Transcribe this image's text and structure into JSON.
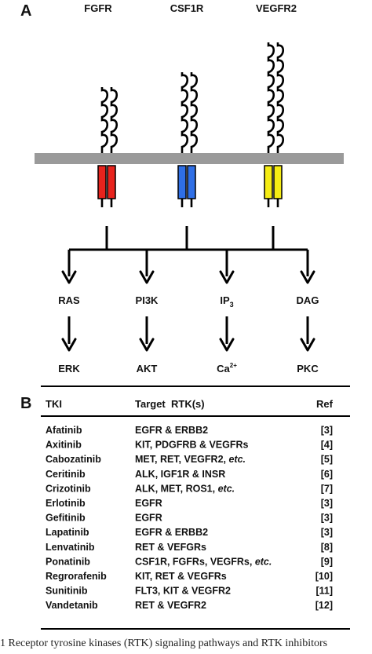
{
  "panel_a": {
    "label": "A",
    "receptors": [
      {
        "name": "FGFR",
        "color": "#e8231d",
        "loops": 4
      },
      {
        "name": "CSF1R",
        "color": "#2f6fe6",
        "loops": 5
      },
      {
        "name": "VEGFR2",
        "color": "#f5ec14",
        "loops": 7
      }
    ],
    "pathways": [
      {
        "second": "RAS",
        "third": "ERK"
      },
      {
        "second": "PI3K",
        "third": "AKT"
      },
      {
        "second": "IP",
        "second_sub": "3",
        "third": "Ca",
        "third_sup": "2+"
      },
      {
        "second": "DAG",
        "third": "PKC"
      }
    ]
  },
  "panel_b": {
    "label": "B",
    "headers": {
      "tki": "TKI",
      "target": "Target  RTK(s)",
      "ref": "Ref"
    },
    "rows": [
      {
        "tki": "Afatinib",
        "target": "EGFR & ERBB2",
        "ref": "[3]"
      },
      {
        "tki": "Axitinib",
        "target": "KIT, PDGFRB & VEGFRs",
        "ref": "[4]"
      },
      {
        "tki": "Cabozatinib",
        "target": "MET, RET, VEGFR2, ",
        "target_etc": "etc.",
        "ref": "[5]"
      },
      {
        "tki": "Ceritinib",
        "target": "ALK, IGF1R & INSR",
        "ref": "[6]"
      },
      {
        "tki": "Crizotinib",
        "target": "ALK, MET, ROS1, ",
        "target_etc": "etc.",
        "ref": "[7]"
      },
      {
        "tki": "Erlotinib",
        "target": "EGFR",
        "ref": "[3]"
      },
      {
        "tki": "Gefitinib",
        "target": "EGFR",
        "ref": "[3]"
      },
      {
        "tki": "Lapatinib",
        "target": "EGFR & ERBB2",
        "ref": "[3]"
      },
      {
        "tki": "Lenvatinib",
        "target": "RET & VEFGRs",
        "ref": "[8]"
      },
      {
        "tki": "Ponatinib",
        "target": "CSF1R, FGFRs, VEGFRs, ",
        "target_etc": "etc.",
        "ref": "[9]"
      },
      {
        "tki": "Regrorafenib",
        "target": "KIT, RET & VEGFRs",
        "ref": "[10]"
      },
      {
        "tki": "Sunitinib",
        "target": "FLT3, KIT & VEGFR2",
        "ref": "[11]"
      },
      {
        "tki": "Vandetanib",
        "target": "RET & VEGFR2",
        "ref": "[12]"
      }
    ]
  },
  "caption": "1  Receptor tyrosine kinases (RTK) signaling pathways and RTK inhibitors"
}
